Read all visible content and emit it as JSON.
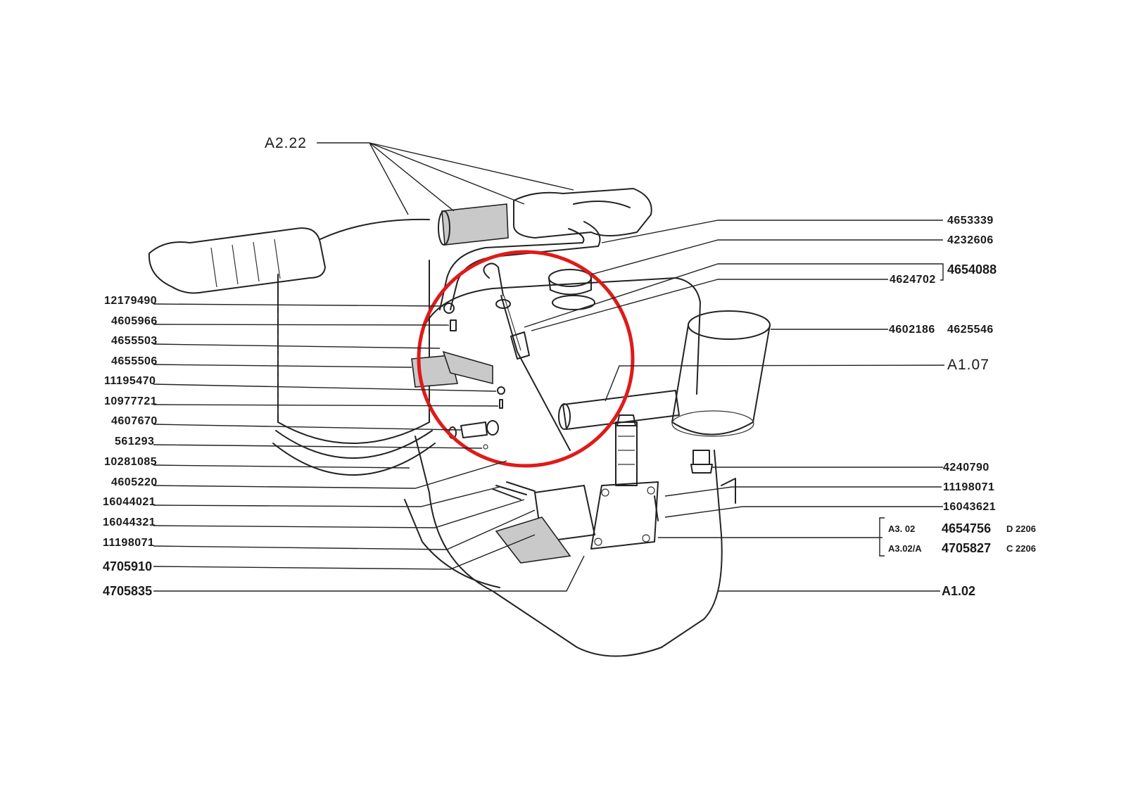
{
  "diagram": {
    "callout_a222": "A2.22",
    "callout_a107": "A1.07",
    "callout_a102": "A1.02",
    "left_labels": [
      "12179490",
      "4605966",
      "4655503",
      "4655506",
      "11195470",
      "10977721",
      "4607670",
      "561293",
      "10281085",
      "4605220",
      "16044021",
      "16044321",
      "11198071",
      "4705910",
      "4705835"
    ],
    "right_labels": {
      "r1": "4653339",
      "r2": "4232606",
      "r3a": "4624702",
      "r3b": "4654088",
      "r4a": "4602186",
      "r4b": "4625546",
      "r5": "4240790",
      "r6": "11198071",
      "r7": "16043621"
    },
    "variants": [
      {
        "ref": "A3. 02",
        "part": "4654756",
        "code": "D 2206"
      },
      {
        "ref": "A3.02/A",
        "part": "4705827",
        "code": "C 2206"
      }
    ],
    "highlight_color": "#e01a1a"
  }
}
